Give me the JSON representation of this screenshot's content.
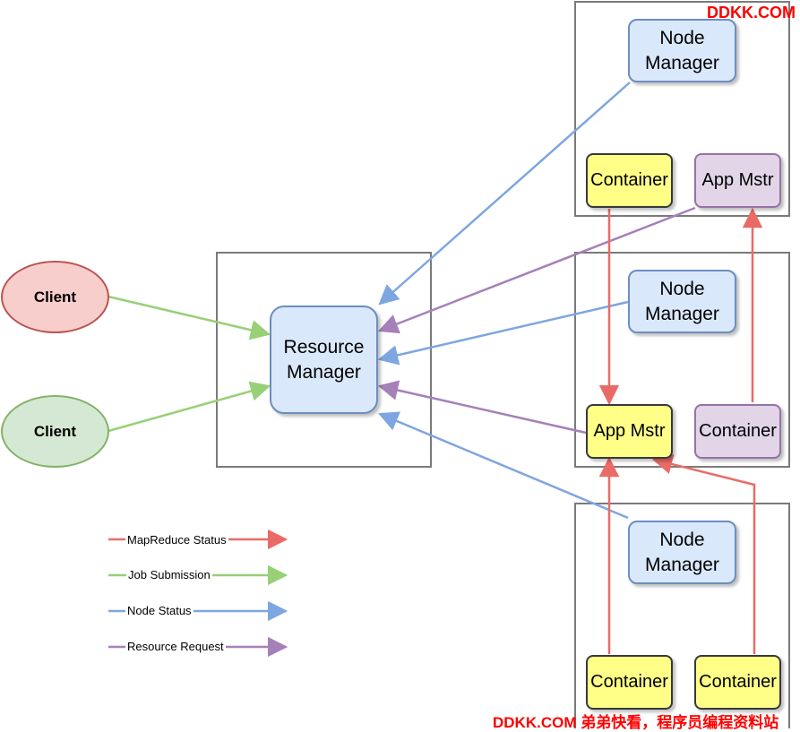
{
  "watermark_top": "DDKK.COM",
  "watermark_bottom": "DDKK.COM 弟弟快看，程序员编程资料站",
  "clients": [
    {
      "label": "Client",
      "color": "red"
    },
    {
      "label": "Client",
      "color": "green"
    }
  ],
  "resource_manager": {
    "label": "Resource\nManager"
  },
  "nodes": [
    {
      "node_manager": "Node\nManager",
      "left": {
        "label": "Container",
        "style": "yellow"
      },
      "right": {
        "label": "App Mstr",
        "style": "purple"
      }
    },
    {
      "node_manager": "Node\nManager",
      "left": {
        "label": "App Mstr",
        "style": "yellow"
      },
      "right": {
        "label": "Container",
        "style": "purple"
      }
    },
    {
      "node_manager": "Node\nManager",
      "left": {
        "label": "Container",
        "style": "yellow"
      },
      "right": {
        "label": "Container",
        "style": "yellow"
      }
    }
  ],
  "legend": [
    {
      "label": "MapReduce Status",
      "color": "#ea6b66"
    },
    {
      "label": "Job Submission",
      "color": "#97d077"
    },
    {
      "label": "Node Status",
      "color": "#7ea6e0"
    },
    {
      "label": "Resource Request",
      "color": "#a680b8"
    }
  ],
  "colors": {
    "mapreduce_status": "#ea6b66",
    "job_submission": "#97d077",
    "node_status": "#7ea6e0",
    "resource_request": "#a680b8"
  }
}
